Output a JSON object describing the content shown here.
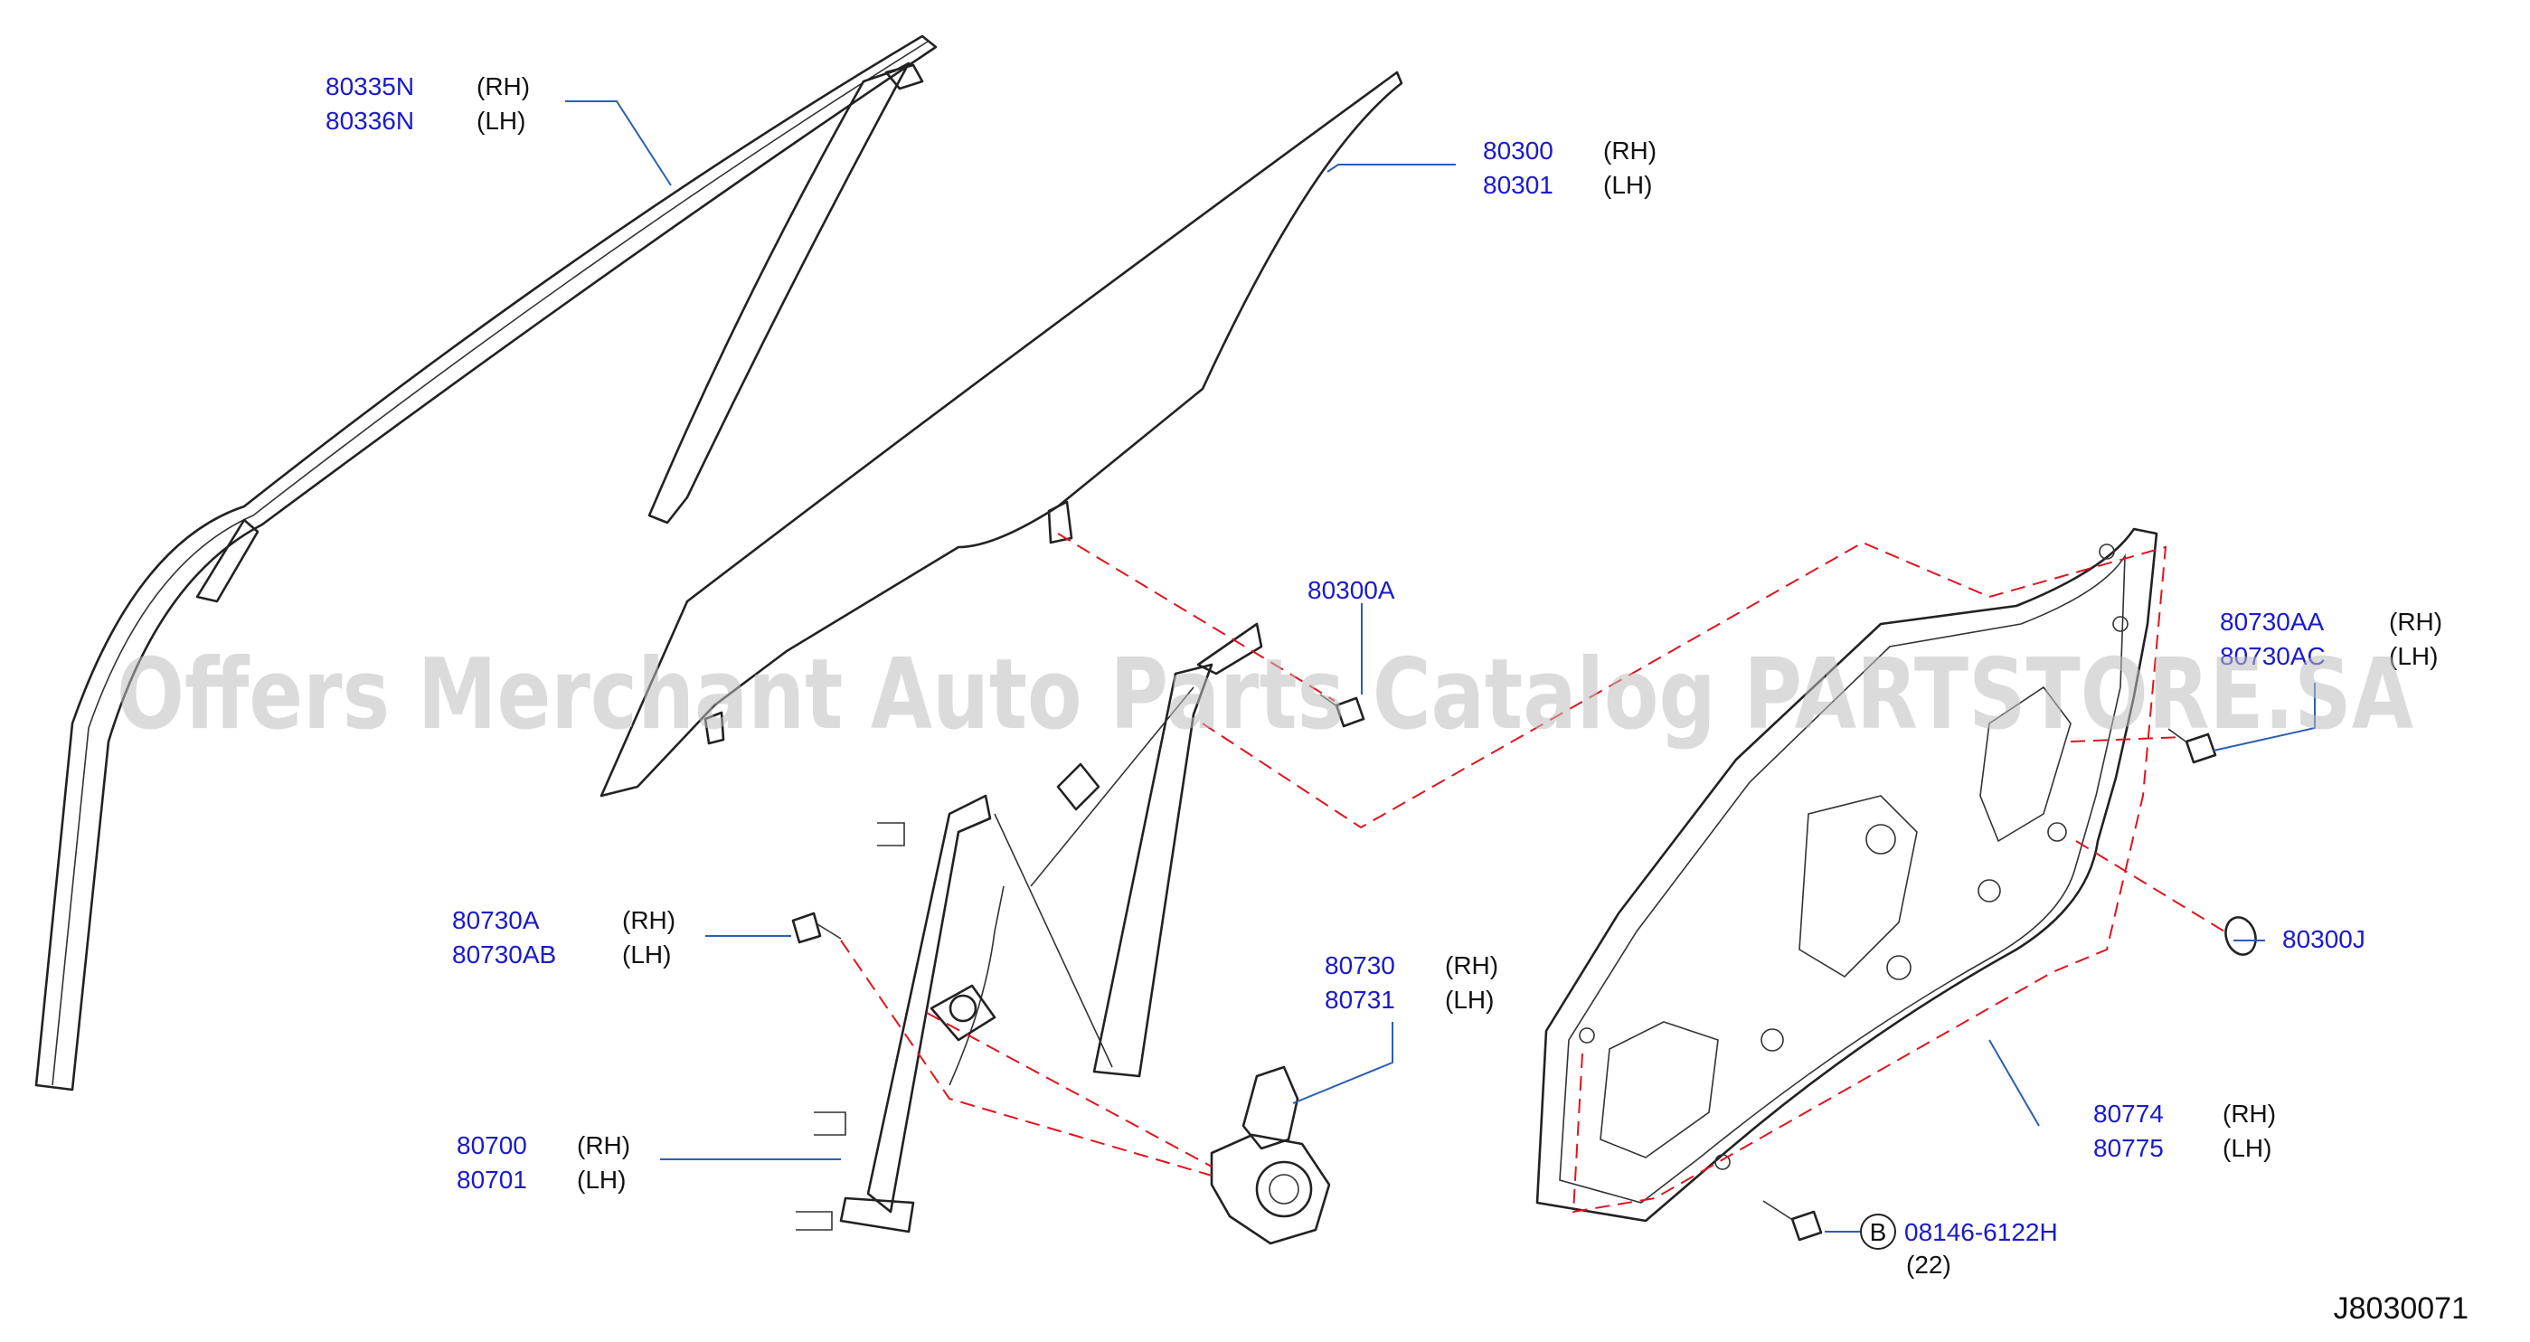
{
  "colors": {
    "part_number": "#1a1acc",
    "leader_line": "#2b5fb3",
    "dashed_line": "#e0141e",
    "outline": "#222222",
    "watermark": "#bdbdbd"
  },
  "watermark": "Offers Merchant Auto Parts Catalog PARTSTORE.SA",
  "diagram_code": "J8030071",
  "callouts": {
    "sash": {
      "rh": "80335N",
      "lh": "80336N",
      "rh_tag": "(RH)",
      "lh_tag": "(LH)"
    },
    "glass": {
      "rh": "80300",
      "lh": "80301",
      "rh_tag": "(RH)",
      "lh_tag": "(LH)"
    },
    "glass_bolt": {
      "pn": "80300A"
    },
    "panel_bolt": {
      "rh": "80730AA",
      "lh": "80730AC",
      "rh_tag": "(RH)",
      "lh_tag": "(LH)"
    },
    "reg_bolt": {
      "rh": "80730A",
      "lh": "80730AB",
      "rh_tag": "(RH)",
      "lh_tag": "(LH)"
    },
    "motor": {
      "rh": "80730",
      "lh": "80731",
      "rh_tag": "(RH)",
      "lh_tag": "(LH)"
    },
    "plug": {
      "pn": "80300J"
    },
    "regulator": {
      "rh": "80700",
      "lh": "80701",
      "rh_tag": "(RH)",
      "lh_tag": "(LH)"
    },
    "module_panel": {
      "rh": "80774",
      "lh": "80775",
      "rh_tag": "(RH)",
      "lh_tag": "(LH)"
    },
    "bolt_b": {
      "badge": "B",
      "pn": "08146-6122H",
      "qty": "(22)"
    }
  }
}
